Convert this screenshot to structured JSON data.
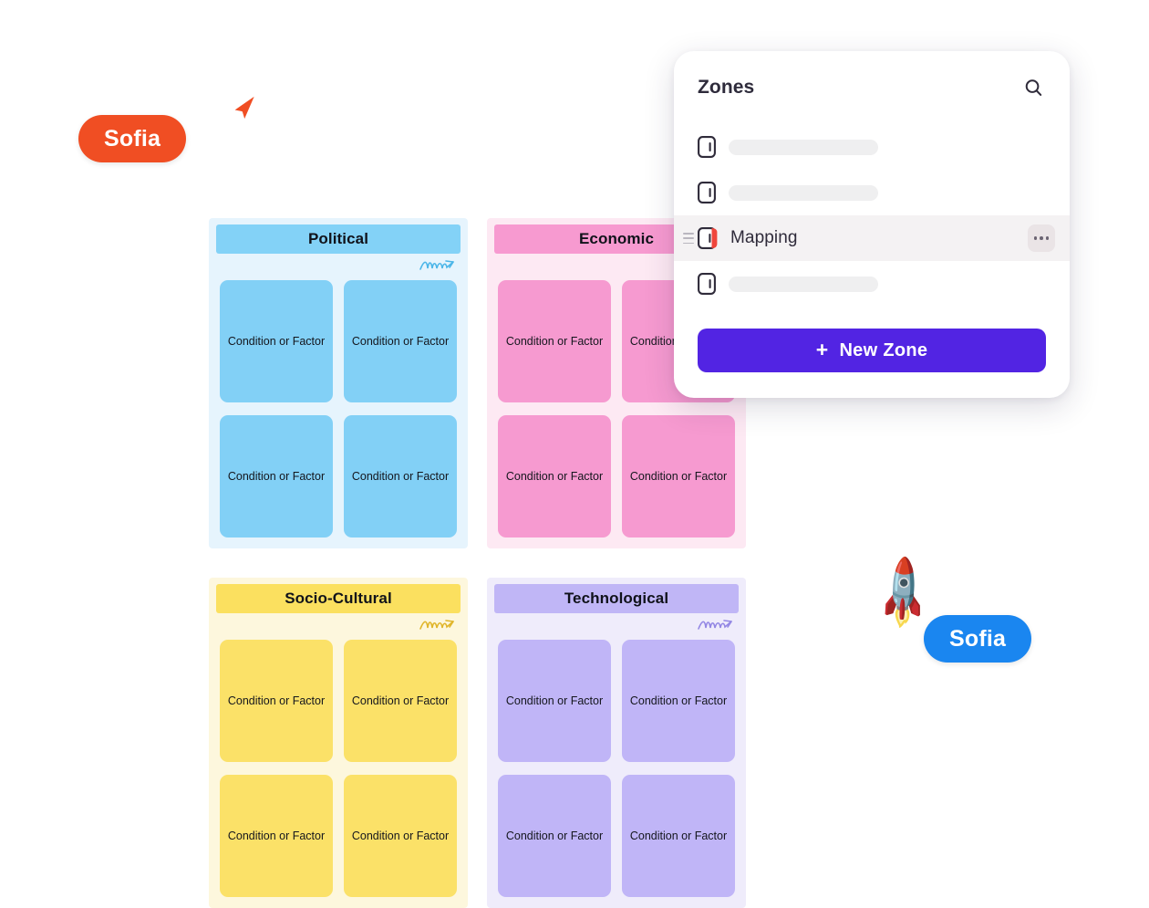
{
  "board": {
    "quadrants": [
      {
        "title": "Political",
        "theme": "political",
        "header_color": "#83d2f7",
        "card_color": "#82d0f6",
        "background_color": "#e6f4fd",
        "scribble_color": "#4cb6e8",
        "cards": [
          "Condition or Factor",
          "Condition or Factor",
          "Condition or Factor",
          "Condition or Factor"
        ]
      },
      {
        "title": "Economic",
        "theme": "economic",
        "header_color": "#f79ad0",
        "card_color": "#f69ad0",
        "background_color": "#fde9f3",
        "scribble_color": "#ef7cbd",
        "cards": [
          "Condition or Factor",
          "Condition or Factor",
          "Condition or Factor",
          "Condition or Factor"
        ]
      },
      {
        "title": "Socio-Cultural",
        "theme": "socio",
        "header_color": "#fbe05f",
        "card_color": "#fbe168",
        "background_color": "#fdf7dd",
        "scribble_color": "#e0b52a",
        "cards": [
          "Condition or Factor",
          "Condition or Factor",
          "Condition or Factor",
          "Condition or Factor"
        ]
      },
      {
        "title": "Technological",
        "theme": "techno",
        "header_color": "#c0b6f6",
        "card_color": "#c0b5f7",
        "background_color": "#efecfb",
        "scribble_color": "#9387e4",
        "cards": [
          "Condition or Factor",
          "Condition or Factor",
          "Condition or Factor",
          "Condition or Factor"
        ]
      }
    ]
  },
  "cursors": [
    {
      "name": "Sofia",
      "color": "#f04e23",
      "pointer_icon": "cursor-arrow-icon"
    },
    {
      "name": "Sofia",
      "color": "#1a86f0",
      "pointer_icon": "rocket-icon",
      "rocket_glyph": "🚀"
    }
  ],
  "zones_panel": {
    "title": "Zones",
    "search_icon": "search-icon",
    "rows": [
      {
        "label": "",
        "placeholder": true,
        "active": false
      },
      {
        "label": "",
        "placeholder": true,
        "active": false
      },
      {
        "label": "Mapping",
        "placeholder": false,
        "active": true,
        "accent_color": "#f0463c"
      },
      {
        "label": "",
        "placeholder": true,
        "active": false
      }
    ],
    "more_menu_icon": "ellipsis-icon",
    "drag_handle_icon": "drag-handle-icon",
    "new_zone_label": "New Zone",
    "new_zone_plus": "+",
    "new_zone_color": "#5224e3"
  }
}
